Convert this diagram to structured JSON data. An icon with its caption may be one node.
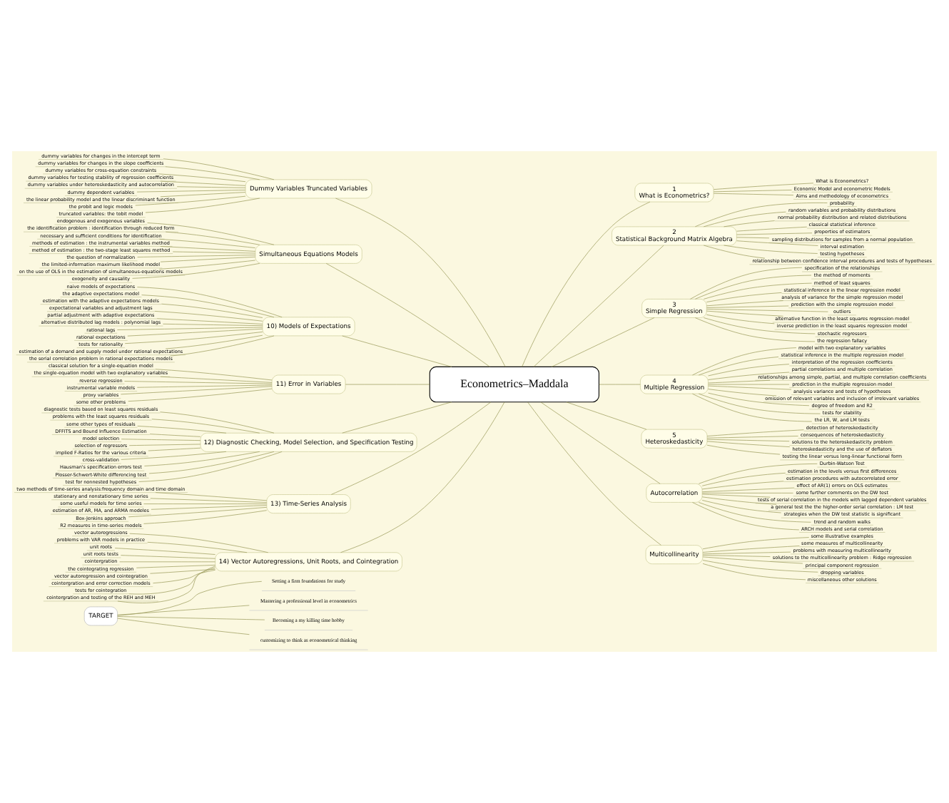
{
  "diagram": {
    "nodes": [
      {
        "text": [
          "TARGET"
        ]
      },
      {
        "text": [
          "Setting a firm foundations for study"
        ]
      },
      {
        "text": [
          "Mastering a professional level in econometrics"
        ]
      },
      {
        "text": [
          "Becoming a my killing time hobby"
        ]
      },
      {
        "text": [
          "customizing to think as econometrical thinking"
        ]
      },
      {
        "text": [
          "Econometrics–Maddala"
        ]
      },
      {
        "text": [
          "1",
          "What is Econometrics?"
        ]
      },
      {
        "text": [
          "What is Econometrics?"
        ]
      },
      {
        "text": [
          "Economic Model and econometric Models"
        ]
      },
      {
        "text": [
          "Aims and methodology of econometrics"
        ]
      },
      {
        "text": [
          "2",
          "Statistical Background Matrix Algebra"
        ]
      },
      {
        "text": [
          "probability"
        ]
      },
      {
        "text": [
          "random variables and probability distributions"
        ]
      },
      {
        "text": [
          "normal probability distribution and related distributions"
        ]
      },
      {
        "text": [
          "classical statistical inference"
        ]
      },
      {
        "text": [
          "properties of estimators"
        ]
      },
      {
        "text": [
          "sampling distributions for samples from a normal population"
        ]
      },
      {
        "text": [
          "interval estimation"
        ]
      },
      {
        "text": [
          "testing hypotheses"
        ]
      },
      {
        "text": [
          "relationship between confidence interval procedures and tests of hypotheses"
        ]
      },
      {
        "text": [
          "3",
          "Simple Regression"
        ]
      },
      {
        "text": [
          "specification of the relationships"
        ]
      },
      {
        "text": [
          "the method of moments"
        ]
      },
      {
        "text": [
          "method of least squares"
        ]
      },
      {
        "text": [
          "statistical inference in the linear regression model"
        ]
      },
      {
        "text": [
          "analysis of variance for the simple regression model"
        ]
      },
      {
        "text": [
          "prediction with the simple regression model"
        ]
      },
      {
        "text": [
          "outliers"
        ]
      },
      {
        "text": [
          "alternative function in the least squares regression model"
        ]
      },
      {
        "text": [
          "inverse prediction in the least squares regression model"
        ]
      },
      {
        "text": [
          "stochastic regressors"
        ]
      },
      {
        "text": [
          "the regression fallacy"
        ]
      },
      {
        "text": [
          "4",
          "Multiple Regression"
        ]
      },
      {
        "text": [
          "model with two explanatory variables"
        ]
      },
      {
        "text": [
          "statistical inference in the multiple regression model"
        ]
      },
      {
        "text": [
          "interpretation of the regression coefficients"
        ]
      },
      {
        "text": [
          "partial correlations and multiple correlation"
        ]
      },
      {
        "text": [
          "relationships among simple, partial, and multiple correlation coefficients"
        ]
      },
      {
        "text": [
          "prediction in the multiple regression model"
        ]
      },
      {
        "text": [
          "analysis variance and tests of hypotheses"
        ]
      },
      {
        "text": [
          "omission of relevant variables and inclusion of irrelevant variables"
        ]
      },
      {
        "text": [
          "degree of freedom and R2"
        ]
      },
      {
        "text": [
          "tests for stability"
        ]
      },
      {
        "text": [
          "the LR, W, and LM tests"
        ]
      },
      {
        "text": [
          "5",
          "Heteroskedasticity"
        ]
      },
      {
        "text": [
          "detection of heteroskedasticity"
        ]
      },
      {
        "text": [
          "consequences of heteroskedasticity"
        ]
      },
      {
        "text": [
          "solutions to the heteroskedasticity problem"
        ]
      },
      {
        "text": [
          "heteroskedasticity and the use of deflators"
        ]
      },
      {
        "text": [
          "testing the linear versus long-linear functional form"
        ]
      },
      {
        "text": [
          "Autocorrelation"
        ]
      },
      {
        "text": [
          "Durbin-Watson Test"
        ]
      },
      {
        "text": [
          "estimation in the levels versus first differences"
        ]
      },
      {
        "text": [
          "estimation procedures with autocorrelated error"
        ]
      },
      {
        "text": [
          "effect of AR(1) errors on OLS estimates"
        ]
      },
      {
        "text": [
          "some further comments on the DW test"
        ]
      },
      {
        "text": [
          "tests of serial correlation in the models with lagged dependent variables"
        ]
      },
      {
        "text": [
          "a general test the the higher-order serial correlation : LM test"
        ]
      },
      {
        "text": [
          "strategies when the DW test statistic is significant"
        ]
      },
      {
        "text": [
          "trend and random walks"
        ]
      },
      {
        "text": [
          "ARCH models and serial correlation"
        ]
      },
      {
        "text": [
          "Multicollinearity"
        ]
      },
      {
        "text": [
          "some illustrative examples"
        ]
      },
      {
        "text": [
          "some measures of multicollinearity"
        ]
      },
      {
        "text": [
          "problems with measuring multicollinearity"
        ]
      },
      {
        "text": [
          "solutions to the multicollinearity problem : Ridge regression"
        ]
      },
      {
        "text": [
          "principal component regression"
        ]
      },
      {
        "text": [
          "dropping variables"
        ]
      },
      {
        "text": [
          "miscellaneous other solutions"
        ]
      },
      {
        "text": [
          "Dummy Variables Truncated Variables"
        ]
      },
      {
        "text": [
          "dummy variables for changes in the intercept term"
        ]
      },
      {
        "text": [
          "dummy variables for changes in the slope coefficients"
        ]
      },
      {
        "text": [
          "dummy variables for cross-equation constraints"
        ]
      },
      {
        "text": [
          "dummy variables for testing stability of regression coefficients"
        ]
      },
      {
        "text": [
          "dummy variables under heteroskedasticity and autocorrelation"
        ]
      },
      {
        "text": [
          "dummy dependent variables"
        ]
      },
      {
        "text": [
          "the linear probability model and the linear discriminant function"
        ]
      },
      {
        "text": [
          "the probit and logic models"
        ]
      },
      {
        "text": [
          "truncated variables: the tobit model"
        ]
      },
      {
        "text": [
          "Simultaneous Equations Models"
        ]
      },
      {
        "text": [
          "endogenous and exogenous variables"
        ]
      },
      {
        "text": [
          "the identification problem : identification through reduced form"
        ]
      },
      {
        "text": [
          "necessary and sufficient conditions for identification"
        ]
      },
      {
        "text": [
          "methods of estimation : the instrumental variables method"
        ]
      },
      {
        "text": [
          "method of estimation : the two-stage least squares method"
        ]
      },
      {
        "text": [
          "the question of normalization"
        ]
      },
      {
        "text": [
          "the limited-information maximum likelihood model"
        ]
      },
      {
        "text": [
          "on the use of OLS in the estimation of simultaneous-equations models"
        ]
      },
      {
        "text": [
          "exogeneity and causality"
        ]
      },
      {
        "text": [
          "10) Models of Expectations"
        ]
      },
      {
        "text": [
          "naive models of expectations"
        ]
      },
      {
        "text": [
          "the adaptive expectations model"
        ]
      },
      {
        "text": [
          "estimation with the adaptive expectations models"
        ]
      },
      {
        "text": [
          "expectational variables and adjustment lags"
        ]
      },
      {
        "text": [
          "partial adjustment with adaptive expectations"
        ]
      },
      {
        "text": [
          "alternative distributed lag models : polynomial lags"
        ]
      },
      {
        "text": [
          "rational lags"
        ]
      },
      {
        "text": [
          "rational expectations"
        ]
      },
      {
        "text": [
          "tests for rationality"
        ]
      },
      {
        "text": [
          "estimation of a demand and supply model under rational expectations"
        ]
      },
      {
        "text": [
          "the serial correlation problem in rational expectations models"
        ]
      },
      {
        "text": [
          "11) Error in Variables"
        ]
      },
      {
        "text": [
          "classical solution for a single-equation model"
        ]
      },
      {
        "text": [
          "the single-equation model with two explanatory variables"
        ]
      },
      {
        "text": [
          "reverse regression"
        ]
      },
      {
        "text": [
          "instrumental variable models"
        ]
      },
      {
        "text": [
          "proxy variables"
        ]
      },
      {
        "text": [
          "some other problems"
        ]
      },
      {
        "text": [
          "12) Diagnostic Checking, Model Selection, and Specification Testing"
        ]
      },
      {
        "text": [
          "diagnostic tests based on least squares residuals"
        ]
      },
      {
        "text": [
          "problems with the least squares residuals"
        ]
      },
      {
        "text": [
          "some other types of residuals"
        ]
      },
      {
        "text": [
          "DFFITS and Bound Influence Estimation"
        ]
      },
      {
        "text": [
          "model selection"
        ]
      },
      {
        "text": [
          "selection of regressors"
        ]
      },
      {
        "text": [
          "implied F-Ratios for the various criteria"
        ]
      },
      {
        "text": [
          "cross-validation"
        ]
      },
      {
        "text": [
          "Hausman's specification errors test"
        ]
      },
      {
        "text": [
          "Plosser-Schwert-White differencing test"
        ]
      },
      {
        "text": [
          "test for nonnested hypotheses"
        ]
      },
      {
        "text": [
          "13) Time-Series Analysis"
        ]
      },
      {
        "text": [
          "two methods of time-series analysis:frequency domain and time domain"
        ]
      },
      {
        "text": [
          "stationary and nonstationary time series"
        ]
      },
      {
        "text": [
          "some useful models for time series"
        ]
      },
      {
        "text": [
          "estimation of AR, MA, and ARMA modeles"
        ]
      },
      {
        "text": [
          "Box-Jenkins approach"
        ]
      },
      {
        "text": [
          "R2 measures in time-series models"
        ]
      },
      {
        "text": [
          "14) Vector Autoregressions, Unit Roots, and Cointegration"
        ]
      },
      {
        "text": [
          "vector autoregressions"
        ]
      },
      {
        "text": [
          "problems with VAR models in practice"
        ]
      },
      {
        "text": [
          "unit roots"
        ]
      },
      {
        "text": [
          "unit roots tests"
        ]
      },
      {
        "text": [
          "cointergration"
        ]
      },
      {
        "text": [
          "the cointegrating regression"
        ]
      },
      {
        "text": [
          "vector autoregression and cointegration"
        ]
      },
      {
        "text": [
          "cointergration and error correction models"
        ]
      },
      {
        "text": [
          "tests for cointegration"
        ]
      },
      {
        "text": [
          "cointergration and testing of the REH and MEH"
        ]
      }
    ],
    "edges": [
      {
        "from": 0,
        "to": 1,
        "arrow": "none"
      },
      {
        "from": 0,
        "to": 2,
        "arrow": "none"
      },
      {
        "from": 0,
        "to": 3,
        "arrow": "none"
      },
      {
        "from": 0,
        "to": 4,
        "arrow": "none"
      },
      {
        "from": 5,
        "to": 6,
        "arrow": "none"
      },
      {
        "from": 5,
        "to": 10,
        "arrow": "none"
      },
      {
        "from": 5,
        "to": 20,
        "arrow": "none"
      },
      {
        "from": 5,
        "to": 32,
        "arrow": "none"
      },
      {
        "from": 5,
        "to": 44,
        "arrow": "none"
      },
      {
        "from": 5,
        "to": 50,
        "arrow": "none"
      },
      {
        "from": 5,
        "to": 61,
        "arrow": "none"
      },
      {
        "from": 5,
        "to": 69,
        "arrow": "none"
      },
      {
        "from": 5,
        "to": 79,
        "arrow": "none"
      },
      {
        "from": 5,
        "to": 89,
        "arrow": "none"
      },
      {
        "from": 5,
        "to": 101,
        "arrow": "none"
      },
      {
        "from": 5,
        "to": 108,
        "arrow": "none"
      },
      {
        "from": 5,
        "to": 120,
        "arrow": "none"
      },
      {
        "from": 5,
        "to": 127,
        "arrow": "none"
      },
      {
        "from": 6,
        "to": 7,
        "arrow": "none"
      },
      {
        "from": 6,
        "to": 8,
        "arrow": "none"
      },
      {
        "from": 6,
        "to": 9,
        "arrow": "none"
      },
      {
        "from": 10,
        "to": 11,
        "arrow": "none"
      },
      {
        "from": 10,
        "to": 12,
        "arrow": "none"
      },
      {
        "from": 10,
        "to": 13,
        "arrow": "none"
      },
      {
        "from": 10,
        "to": 14,
        "arrow": "none"
      },
      {
        "from": 10,
        "to": 15,
        "arrow": "none"
      },
      {
        "from": 10,
        "to": 16,
        "arrow": "none"
      },
      {
        "from": 10,
        "to": 17,
        "arrow": "none"
      },
      {
        "from": 10,
        "to": 18,
        "arrow": "none"
      },
      {
        "from": 10,
        "to": 19,
        "arrow": "none"
      },
      {
        "from": 20,
        "to": 21,
        "arrow": "none"
      },
      {
        "from": 20,
        "to": 22,
        "arrow": "none"
      },
      {
        "from": 20,
        "to": 23,
        "arrow": "none"
      },
      {
        "from": 20,
        "to": 24,
        "arrow": "none"
      },
      {
        "from": 20,
        "to": 25,
        "arrow": "none"
      },
      {
        "from": 20,
        "to": 26,
        "arrow": "none"
      },
      {
        "from": 20,
        "to": 27,
        "arrow": "none"
      },
      {
        "from": 20,
        "to": 28,
        "arrow": "none"
      },
      {
        "from": 20,
        "to": 29,
        "arrow": "none"
      },
      {
        "from": 20,
        "to": 30,
        "arrow": "none"
      },
      {
        "from": 20,
        "to": 31,
        "arrow": "none"
      },
      {
        "from": 32,
        "to": 33,
        "arrow": "none"
      },
      {
        "from": 32,
        "to": 34,
        "arrow": "none"
      },
      {
        "from": 32,
        "to": 35,
        "arrow": "none"
      },
      {
        "from": 32,
        "to": 36,
        "arrow": "none"
      },
      {
        "from": 32,
        "to": 37,
        "arrow": "none"
      },
      {
        "from": 32,
        "to": 38,
        "arrow": "none"
      },
      {
        "from": 32,
        "to": 39,
        "arrow": "none"
      },
      {
        "from": 32,
        "to": 40,
        "arrow": "none"
      },
      {
        "from": 32,
        "to": 41,
        "arrow": "none"
      },
      {
        "from": 32,
        "to": 42,
        "arrow": "none"
      },
      {
        "from": 32,
        "to": 43,
        "arrow": "none"
      },
      {
        "from": 44,
        "to": 45,
        "arrow": "none"
      },
      {
        "from": 44,
        "to": 46,
        "arrow": "none"
      },
      {
        "from": 44,
        "to": 47,
        "arrow": "none"
      },
      {
        "from": 44,
        "to": 48,
        "arrow": "none"
      },
      {
        "from": 44,
        "to": 49,
        "arrow": "none"
      },
      {
        "from": 50,
        "to": 51,
        "arrow": "none"
      },
      {
        "from": 50,
        "to": 52,
        "arrow": "none"
      },
      {
        "from": 50,
        "to": 53,
        "arrow": "none"
      },
      {
        "from": 50,
        "to": 54,
        "arrow": "none"
      },
      {
        "from": 50,
        "to": 55,
        "arrow": "none"
      },
      {
        "from": 50,
        "to": 56,
        "arrow": "none"
      },
      {
        "from": 50,
        "to": 57,
        "arrow": "none"
      },
      {
        "from": 50,
        "to": 58,
        "arrow": "none"
      },
      {
        "from": 50,
        "to": 59,
        "arrow": "none"
      },
      {
        "from": 50,
        "to": 60,
        "arrow": "none"
      },
      {
        "from": 61,
        "to": 62,
        "arrow": "none"
      },
      {
        "from": 61,
        "to": 63,
        "arrow": "none"
      },
      {
        "from": 61,
        "to": 64,
        "arrow": "none"
      },
      {
        "from": 61,
        "to": 65,
        "arrow": "none"
      },
      {
        "from": 61,
        "to": 66,
        "arrow": "none"
      },
      {
        "from": 61,
        "to": 67,
        "arrow": "none"
      },
      {
        "from": 61,
        "to": 68,
        "arrow": "none"
      },
      {
        "from": 69,
        "to": 70,
        "arrow": "none"
      },
      {
        "from": 69,
        "to": 71,
        "arrow": "none"
      },
      {
        "from": 69,
        "to": 72,
        "arrow": "none"
      },
      {
        "from": 69,
        "to": 73,
        "arrow": "none"
      },
      {
        "from": 69,
        "to": 74,
        "arrow": "none"
      },
      {
        "from": 69,
        "to": 75,
        "arrow": "none"
      },
      {
        "from": 69,
        "to": 76,
        "arrow": "none"
      },
      {
        "from": 69,
        "to": 77,
        "arrow": "none"
      },
      {
        "from": 69,
        "to": 78,
        "arrow": "none"
      },
      {
        "from": 79,
        "to": 80,
        "arrow": "none"
      },
      {
        "from": 79,
        "to": 81,
        "arrow": "none"
      },
      {
        "from": 79,
        "to": 82,
        "arrow": "none"
      },
      {
        "from": 79,
        "to": 83,
        "arrow": "none"
      },
      {
        "from": 79,
        "to": 84,
        "arrow": "none"
      },
      {
        "from": 79,
        "to": 85,
        "arrow": "none"
      },
      {
        "from": 79,
        "to": 86,
        "arrow": "none"
      },
      {
        "from": 79,
        "to": 87,
        "arrow": "none"
      },
      {
        "from": 79,
        "to": 88,
        "arrow": "none"
      },
      {
        "from": 89,
        "to": 90,
        "arrow": "none"
      },
      {
        "from": 89,
        "to": 91,
        "arrow": "none"
      },
      {
        "from": 89,
        "to": 92,
        "arrow": "none"
      },
      {
        "from": 89,
        "to": 93,
        "arrow": "none"
      },
      {
        "from": 89,
        "to": 94,
        "arrow": "none"
      },
      {
        "from": 89,
        "to": 95,
        "arrow": "none"
      },
      {
        "from": 89,
        "to": 96,
        "arrow": "none"
      },
      {
        "from": 89,
        "to": 97,
        "arrow": "none"
      },
      {
        "from": 89,
        "to": 98,
        "arrow": "none"
      },
      {
        "from": 89,
        "to": 99,
        "arrow": "none"
      },
      {
        "from": 89,
        "to": 100,
        "arrow": "none"
      },
      {
        "from": 101,
        "to": 102,
        "arrow": "none"
      },
      {
        "from": 101,
        "to": 103,
        "arrow": "none"
      },
      {
        "from": 101,
        "to": 104,
        "arrow": "none"
      },
      {
        "from": 101,
        "to": 105,
        "arrow": "none"
      },
      {
        "from": 101,
        "to": 106,
        "arrow": "none"
      },
      {
        "from": 101,
        "to": 107,
        "arrow": "none"
      },
      {
        "from": 108,
        "to": 109,
        "arrow": "none"
      },
      {
        "from": 108,
        "to": 110,
        "arrow": "none"
      },
      {
        "from": 108,
        "to": 111,
        "arrow": "none"
      },
      {
        "from": 108,
        "to": 112,
        "arrow": "none"
      },
      {
        "from": 108,
        "to": 113,
        "arrow": "none"
      },
      {
        "from": 108,
        "to": 114,
        "arrow": "none"
      },
      {
        "from": 108,
        "to": 115,
        "arrow": "none"
      },
      {
        "from": 108,
        "to": 116,
        "arrow": "none"
      },
      {
        "from": 108,
        "to": 117,
        "arrow": "none"
      },
      {
        "from": 108,
        "to": 118,
        "arrow": "none"
      },
      {
        "from": 108,
        "to": 119,
        "arrow": "none"
      },
      {
        "from": 120,
        "to": 121,
        "arrow": "none"
      },
      {
        "from": 120,
        "to": 122,
        "arrow": "none"
      },
      {
        "from": 120,
        "to": 123,
        "arrow": "none"
      },
      {
        "from": 120,
        "to": 124,
        "arrow": "none"
      },
      {
        "from": 120,
        "to": 125,
        "arrow": "none"
      },
      {
        "from": 120,
        "to": 126,
        "arrow": "none"
      },
      {
        "from": 127,
        "to": 128,
        "arrow": "none"
      },
      {
        "from": 127,
        "to": 129,
        "arrow": "none"
      },
      {
        "from": 127,
        "to": 130,
        "arrow": "none"
      },
      {
        "from": 127,
        "to": 131,
        "arrow": "none"
      },
      {
        "from": 127,
        "to": 132,
        "arrow": "none"
      },
      {
        "from": 127,
        "to": 133,
        "arrow": "none"
      },
      {
        "from": 127,
        "to": 134,
        "arrow": "none"
      },
      {
        "from": 127,
        "to": 135,
        "arrow": "none"
      },
      {
        "from": 127,
        "to": 136,
        "arrow": "none"
      },
      {
        "from": 127,
        "to": 137,
        "arrow": "none"
      }
    ]
  }
}
